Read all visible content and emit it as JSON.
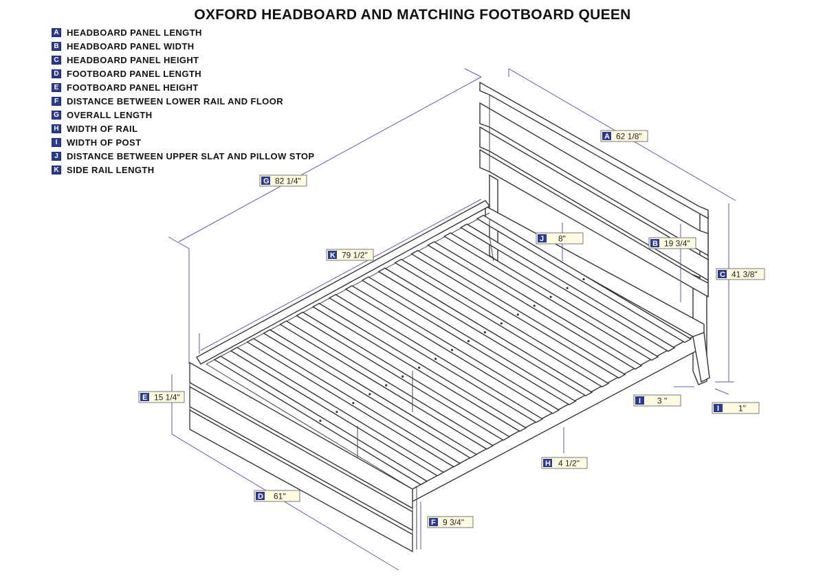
{
  "title": "OXFORD HEADBOARD AND MATCHING FOOTBOARD QUEEN",
  "legend": [
    {
      "key": "A",
      "text": "HEADBOARD PANEL LENGTH"
    },
    {
      "key": "B",
      "text": "HEADBOARD PANEL WIDTH"
    },
    {
      "key": "C",
      "text": "HEADBOARD PANEL HEIGHT"
    },
    {
      "key": "D",
      "text": "FOOTBOARD PANEL LENGTH"
    },
    {
      "key": "E",
      "text": "FOOTBOARD PANEL HEIGHT"
    },
    {
      "key": "F",
      "text": "DISTANCE BETWEEN LOWER RAIL AND FLOOR"
    },
    {
      "key": "G",
      "text": "OVERALL LENGTH"
    },
    {
      "key": "H",
      "text": "WIDTH OF RAIL"
    },
    {
      "key": "I",
      "text": "WIDTH OF POST"
    },
    {
      "key": "J",
      "text": "DISTANCE BETWEEN UPPER SLAT AND PILLOW STOP"
    },
    {
      "key": "K",
      "text": "SIDE RAIL LENGTH"
    }
  ],
  "dimensions": {
    "A": {
      "key": "A",
      "value": "62 1/8\""
    },
    "G": {
      "key": "G",
      "value": "82 1/4\""
    },
    "J": {
      "key": "J",
      "value": "8\""
    },
    "K": {
      "key": "K",
      "value": "79 1/2\""
    },
    "B": {
      "key": "B",
      "value": "19 3/4\""
    },
    "C": {
      "key": "C",
      "value": "41 3/8\""
    },
    "E": {
      "key": "E",
      "value": "15 1/4\""
    },
    "I1": {
      "key": "I",
      "value": "3 \""
    },
    "I2": {
      "key": "I",
      "value": "1\""
    },
    "H": {
      "key": "H",
      "value": "4 1/2\""
    },
    "D": {
      "key": "D",
      "value": "61\""
    },
    "F": {
      "key": "F",
      "value": "9 3/4\""
    }
  },
  "colors": {
    "key_fill": "#2b3a8c",
    "label_fill": "#fffbe0"
  }
}
